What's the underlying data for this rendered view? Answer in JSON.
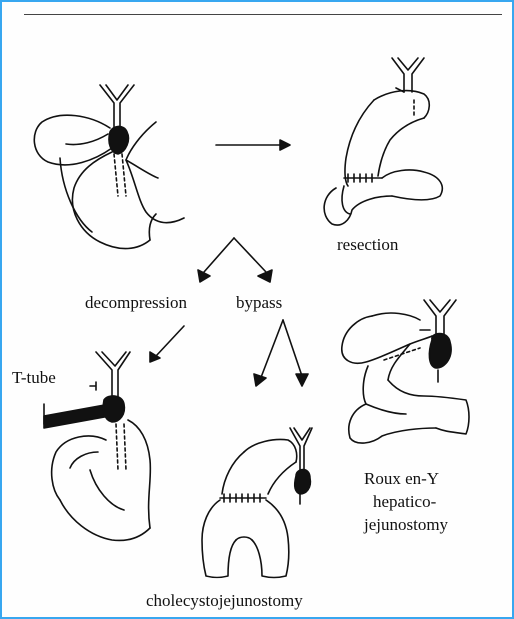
{
  "labels": {
    "resection": "resection",
    "decompression": "decompression",
    "bypass": "bypass",
    "t_tube": "T-tube",
    "roux_line1": "Roux en-Y",
    "roux_line2": "hepatico-",
    "roux_line3": "jejunostomy",
    "cholecystojejunostomy": "cholecystojejunostomy"
  },
  "colors": {
    "frame_border": "#38a7f0",
    "ink": "#111111"
  }
}
